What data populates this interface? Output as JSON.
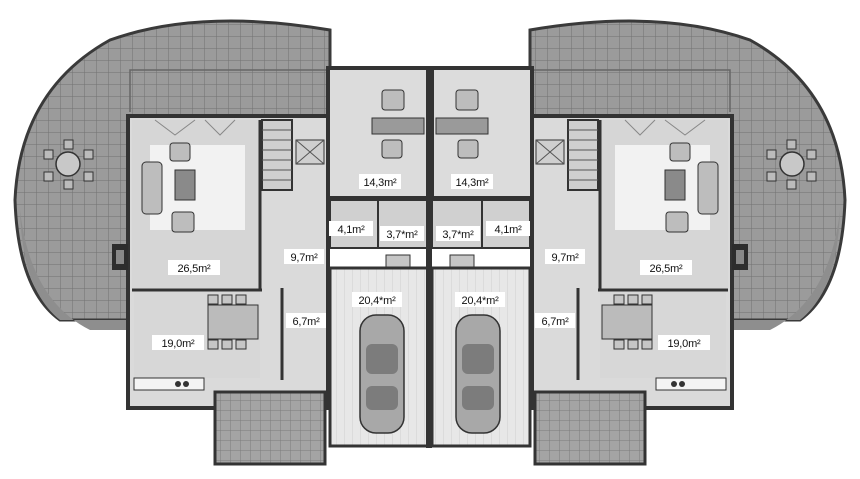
{
  "rooms": {
    "left_office": "14,3m²",
    "right_office": "14,3m²",
    "left_wc": "4,1m²",
    "right_wc": "4,1m²",
    "left_boiler": "3,7*m²",
    "right_boiler": "3,7*m²",
    "left_living": "26,5m²",
    "right_living": "26,5m²",
    "left_hall": "9,7m²",
    "right_hall": "9,7m²",
    "left_kitchen": "19,0m²",
    "right_kitchen": "19,0m²",
    "left_entry": "6,7m²",
    "right_entry": "6,7m²",
    "left_garage": "20,4*m²",
    "right_garage": "20,4*m²"
  },
  "colors": {
    "terrace": "#9a9a9a",
    "wall": "#3a3a3a",
    "floor": "#d9d9d9",
    "garage_floor": "#e6e6e6",
    "tile_line": "#7a7a7a"
  }
}
